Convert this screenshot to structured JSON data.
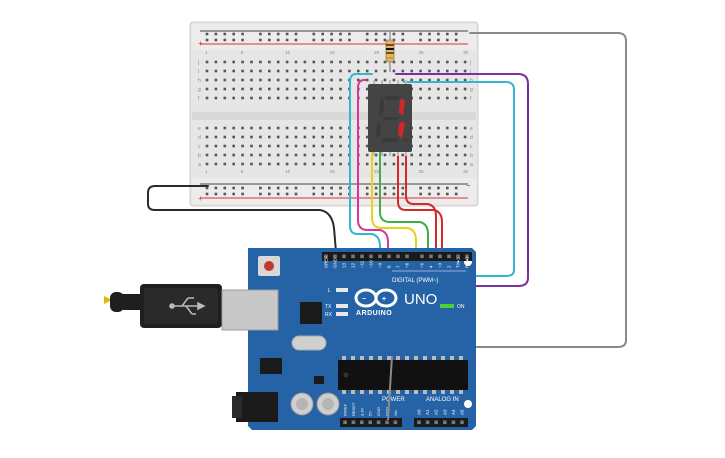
{
  "breadboard": {
    "row_letters_top": [
      "j",
      "i",
      "h",
      "g",
      "f"
    ],
    "row_letters_bottom": [
      "e",
      "d",
      "c",
      "b",
      "a"
    ],
    "column_numbers": [
      "1",
      "",
      "",
      "",
      "5",
      "",
      "",
      "",
      "",
      "10",
      "",
      "",
      "",
      "",
      "15",
      "",
      "",
      "",
      "",
      "20",
      "",
      "",
      "",
      "",
      "25",
      "",
      "",
      "",
      "",
      "30"
    ],
    "rail_plus": "+",
    "rail_minus": "−"
  },
  "display": {
    "digit": "1",
    "segment_on_color": "#d02828",
    "segment_off_color": "#3a3a3a"
  },
  "arduino": {
    "brand": "ARDUINO",
    "model": "UNO",
    "digital_label": "DIGITAL (PWM~)",
    "analog_label": "ANALOG IN",
    "power_label": "POWER",
    "on_label": "ON",
    "tx_label": "TX",
    "rx_label": "RX",
    "l_label": "L",
    "digital_pins": [
      "AREF",
      "GND",
      "13",
      "12",
      "~11",
      "~10",
      "~9",
      "8",
      "7",
      "~6",
      "~5",
      "4",
      "~3",
      "2",
      "TX▸1",
      "RX◂0"
    ],
    "analog_pins": [
      "A0",
      "A1",
      "A2",
      "A3",
      "A4",
      "A5"
    ],
    "power_pins": [
      "IOREF",
      "RESET",
      "3.3V",
      "5V",
      "GND",
      "GND",
      "Vin"
    ],
    "board_color": "#2563a6"
  },
  "wires": {
    "colors": {
      "cyan": "#33b6cf",
      "magenta": "#d6359a",
      "yellow": "#e8d21a",
      "green": "#3cb043",
      "red": "#d62828",
      "purple": "#7a2f9e",
      "gray": "#8a8a8a",
      "black": "#2b2b2b"
    }
  }
}
